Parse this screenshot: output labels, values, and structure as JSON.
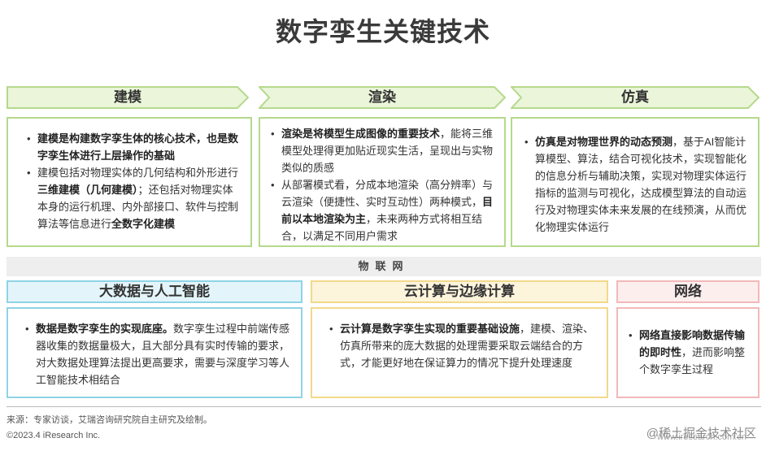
{
  "title": "数字孪生关键技术",
  "modeling": {
    "header": "建模",
    "bullets": [
      [
        {
          "t": "建模是构建数字孪生体的核心技术，也是数字孪生体进行上层操作的基础",
          "b": true
        }
      ],
      [
        {
          "t": "建模包括对物理实体的几何结构和外形进行",
          "b": false
        },
        {
          "t": "三维建模（几何建模）",
          "b": true
        },
        {
          "t": "；还包括对物理实体本身的运行机理、内外部接口、软件与控制算法等信息进行",
          "b": false
        },
        {
          "t": "全数字化建模",
          "b": true
        }
      ]
    ]
  },
  "rendering": {
    "header": "渲染",
    "bullets": [
      [
        {
          "t": "渲染是将模型生成图像的重要技术",
          "b": true
        },
        {
          "t": "，能将三维模型处理得更加贴近现实生活，呈现出与实物类似的质感",
          "b": false
        }
      ],
      [
        {
          "t": "从部署模式看，分成本地渲染（高分辨率）与云渲染（便捷性、实时互动性）两种模式，",
          "b": false
        },
        {
          "t": "目前以本地渲染为主",
          "b": true
        },
        {
          "t": "，未来两种方式将相互结合，以满足不同用户需求",
          "b": false
        }
      ]
    ]
  },
  "simulation": {
    "header": "仿真",
    "bullets": [
      [
        {
          "t": "仿真是对物理世界的动态预测",
          "b": true
        },
        {
          "t": "，基于AI智能计算模型、算法，结合可视化技术，实现智能化的信息分析与辅助决策，实现对物理实体运行指标的监测与可视化，达成模型算法的自动运行及对物理实体未来发展的在线预演，从而优化物理实体运行",
          "b": false
        }
      ]
    ]
  },
  "iot": "物联网",
  "bigdata": {
    "header": "大数据与人工智能",
    "bullets": [
      [
        {
          "t": "数据是数字孪生的实现底座。",
          "b": true
        },
        {
          "t": "数字孪生过程中前端传感器收集的数据量极大，且大部分具有实时传输的要求，对大数据处理算法提出更高要求，需要与深度学习等人工智能技术相结合",
          "b": false
        }
      ]
    ]
  },
  "cloud": {
    "header": "云计算与边缘计算",
    "bullets": [
      [
        {
          "t": "云计算是数字孪生实现的重要基础设施",
          "b": true
        },
        {
          "t": "，建模、渲染、仿真所带来的庞大数据的处理需要采取云端结合的方式，才能更好地在保证算力的情况下提升处理速度",
          "b": false
        }
      ]
    ]
  },
  "network": {
    "header": "网络",
    "bullets": [
      [
        {
          "t": "网络直接影响数据传输的即时性",
          "b": true
        },
        {
          "t": "，进而影响整个数字孪生过程",
          "b": false
        }
      ]
    ]
  },
  "source": "来源：专家访谈，艾瑞咨询研究院自主研究及绘制。",
  "copyright": "©2023.4 iResearch Inc.",
  "watermark_url": "www.iresearch.com.cn",
  "watermark": "@稀土掘金技术社区",
  "colors": {
    "green_fill": "#eaf5d9",
    "green_border": "#b5d98c",
    "cyan_border": "#8fd3e6",
    "yellow_border": "#f2d98a",
    "pink_border": "#f2b9b9"
  }
}
